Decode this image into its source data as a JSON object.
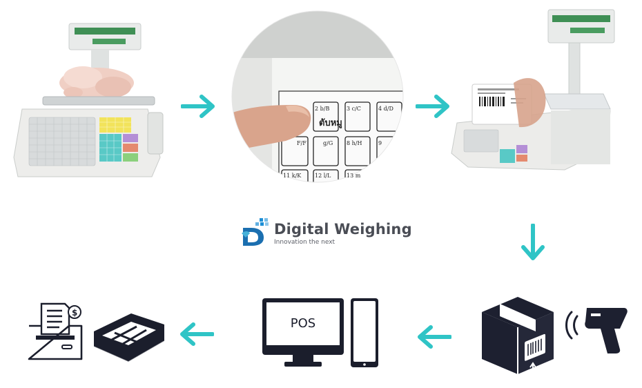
{
  "brand": {
    "name": "Digital Weighing",
    "tagline": "Innovation the next"
  },
  "keyboard": {
    "thai_key": "ตับหมู",
    "keys": [
      "2 b/B",
      "3 c/C",
      "4 d/D",
      "F/F",
      "g/G",
      "8 h/H",
      "9",
      "11 k/K",
      "12 l/L",
      "13 m"
    ]
  },
  "pos": {
    "screen_text": "POS"
  },
  "colors": {
    "arrow": "#2fc4c6",
    "dark_icon": "#1d2030",
    "logo_blue": "#1d8fd6"
  },
  "icons": {
    "step1": "weighing-scale-with-chicken",
    "step2": "key-press-closeup",
    "step3": "label-printing-scale",
    "step4": "barcode-box-and-scanner",
    "step5": "pos-terminal",
    "step6": "receipt-printer-and-cash-drawer"
  }
}
